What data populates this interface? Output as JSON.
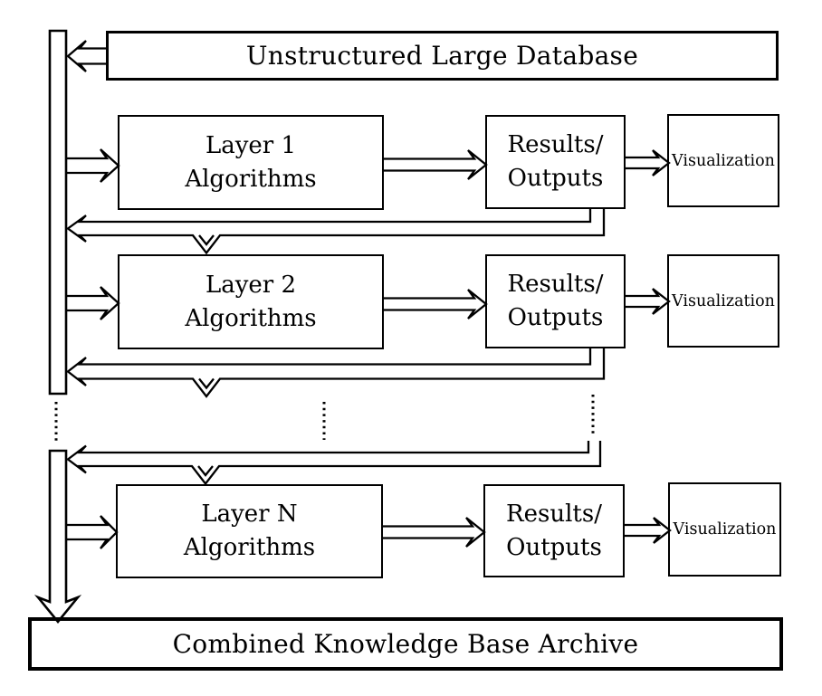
{
  "diagram": {
    "database_box": {
      "label": "Unstructured Large Database"
    },
    "archive_box": {
      "label": "Combined Knowledge Base Archive"
    },
    "rows": [
      {
        "layer_line1": "Layer 1",
        "layer_line2": "Algorithms",
        "results_line1": "Results/",
        "results_line2": "Outputs",
        "viz_label": "Visualization"
      },
      {
        "layer_line1": "Layer 2",
        "layer_line2": "Algorithms",
        "results_line1": "Results/",
        "results_line2": "Outputs",
        "viz_label": "Visualization"
      },
      {
        "layer_line1": "Layer N",
        "layer_line2": "Algorithms",
        "results_line1": "Results/",
        "results_line2": "Outputs",
        "viz_label": "Visualization"
      }
    ]
  }
}
